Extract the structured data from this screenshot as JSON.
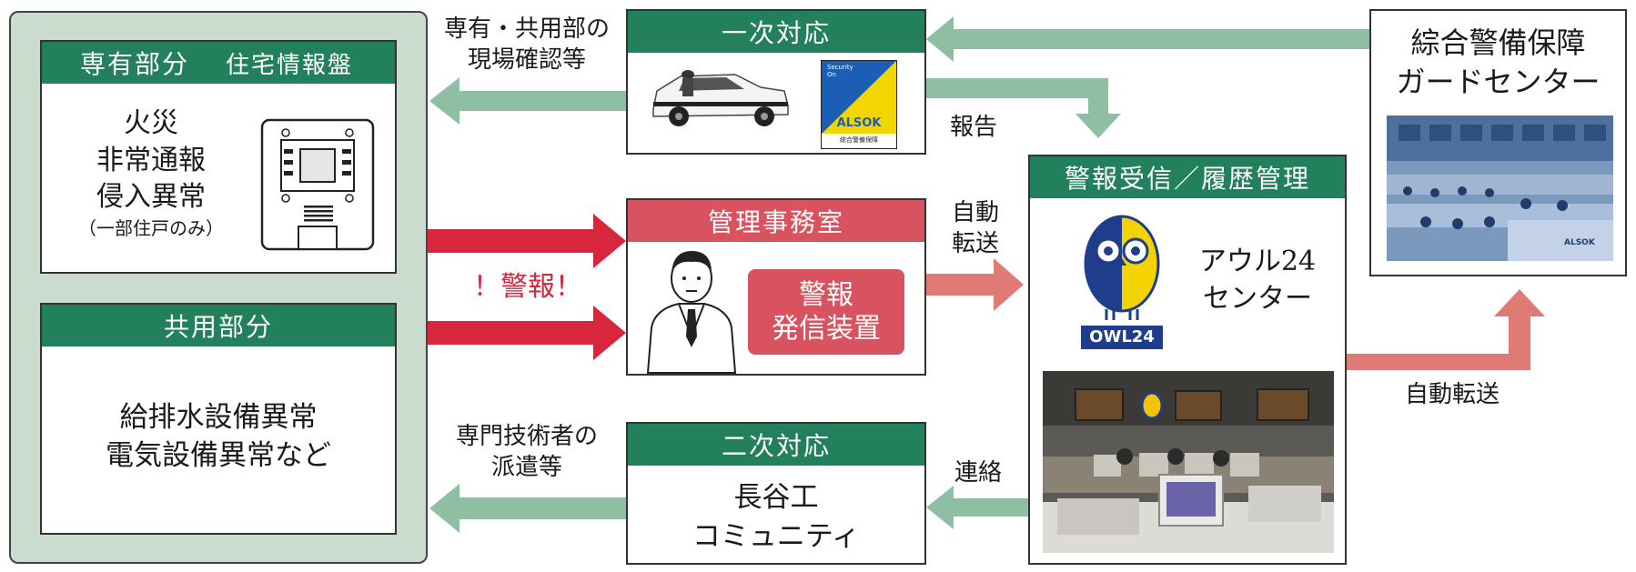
{
  "panel_left": {
    "exclusive": {
      "header": "専有部分",
      "header_sub": "住宅情報盤",
      "items": [
        "火災",
        "非常通報",
        "侵入異常"
      ],
      "note": "（一部住戸のみ）"
    },
    "common": {
      "header": "共用部分",
      "items": [
        "給排水設備異常",
        "電気設備異常など"
      ]
    }
  },
  "primary": {
    "header": "一次対応",
    "alsok_top": "Security On",
    "alsok_logo": "ALSOK",
    "alsok_sub": "綜合警備保障"
  },
  "office": {
    "header": "管理事務室",
    "device": [
      "警報",
      "発信装置"
    ]
  },
  "secondary": {
    "header": "二次対応",
    "name": [
      "長谷工",
      "コミュニティ"
    ]
  },
  "owl": {
    "header": "警報受信／履歴管理",
    "logo_text": "OWL24",
    "center_name": [
      "アウル24",
      "センター"
    ]
  },
  "guard": {
    "title": [
      "綜合警備保障",
      "ガードセンター"
    ],
    "photo_logo": "ALSOK"
  },
  "labels": {
    "site_check": [
      "専有・共用部の",
      "現場確認等"
    ],
    "report": "報告",
    "alarm": "！警報！",
    "auto_transfer_1": [
      "自動",
      "転送"
    ],
    "auto_transfer_2": "自動転送",
    "dispatch": [
      "専門技術者の",
      "派遣等"
    ],
    "contact": "連絡"
  },
  "colors": {
    "header_green": "#23805c",
    "header_red": "#d9525f",
    "arrow_green": "#8fbfa2",
    "arrow_red": "#d7263d",
    "arrow_pink": "#e07a74",
    "panel_bg": "#c9dccd"
  }
}
